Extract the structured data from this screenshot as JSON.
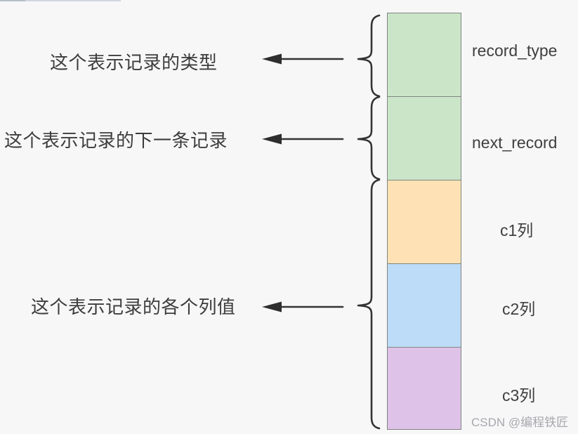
{
  "colors": {
    "background": "#f7f7f8",
    "line": "#333333",
    "text": "#3c3c3c",
    "watermark_text": "#a9a7ad",
    "block_border": "#7f867f",
    "green": "#cbe5c9",
    "orange": "#fee1b4",
    "blue": "#bddcf7",
    "purple": "#dfc2e8"
  },
  "annotations": [
    {
      "text": "这个表示记录的类型"
    },
    {
      "text": "这个表示记录的下一条记录"
    },
    {
      "text": "这个表示记录的各个列值"
    }
  ],
  "blocks": [
    {
      "label": "record_type",
      "color": "#cbe5c9"
    },
    {
      "label": "next_record",
      "color": "#cbe5c9"
    },
    {
      "label": "c1列",
      "color": "#fee1b4"
    },
    {
      "label": "c2列",
      "color": "#bddcf7"
    },
    {
      "label": "c3列",
      "color": "#dfc2e8"
    }
  ],
  "watermark": "CSDN @编程铁匠"
}
